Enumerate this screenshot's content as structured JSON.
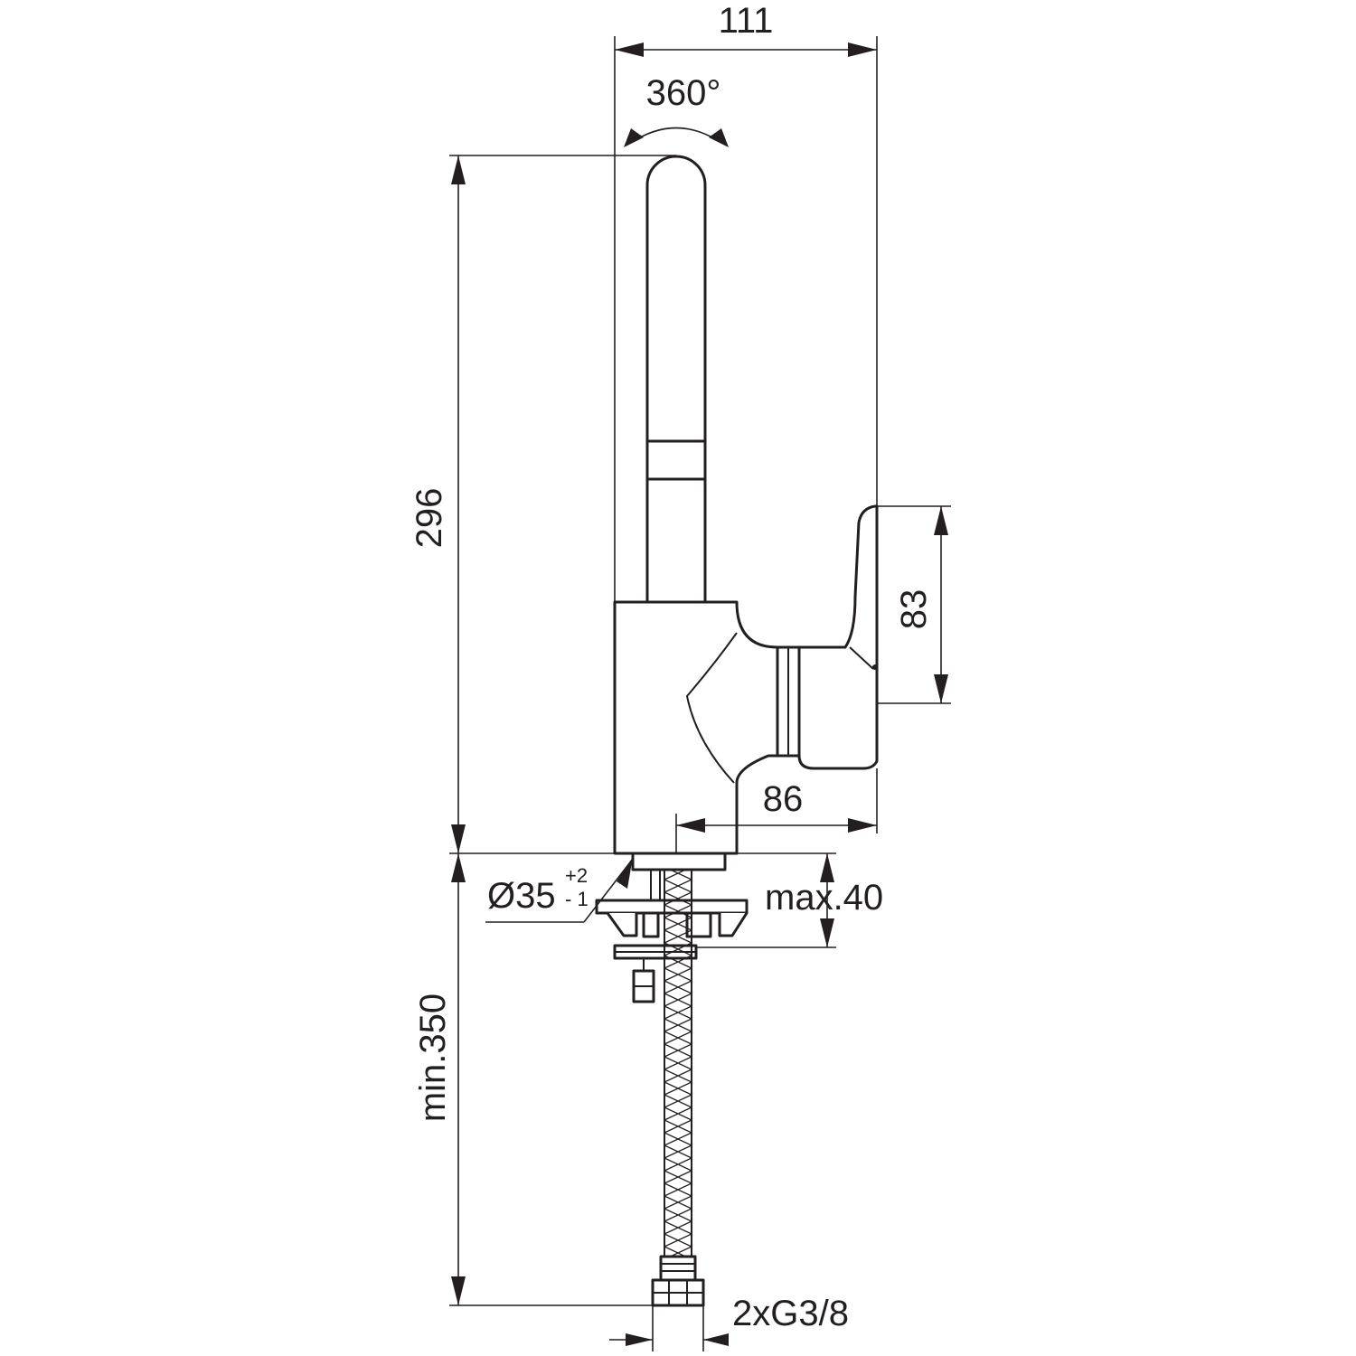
{
  "dimensions": {
    "overall_width": "111",
    "swivel_angle": "360°",
    "overall_height": "296",
    "handle_height": "83",
    "spout_reach": "86",
    "hole_diameter": "Ø35",
    "hole_tol_plus": "+2",
    "hole_tol_minus": "- 1",
    "max_deck_thickness": "max.40",
    "min_hose_length": "min.350",
    "connections": "2xG3/8"
  },
  "colors": {
    "line": "#231f20",
    "background": "#ffffff"
  }
}
